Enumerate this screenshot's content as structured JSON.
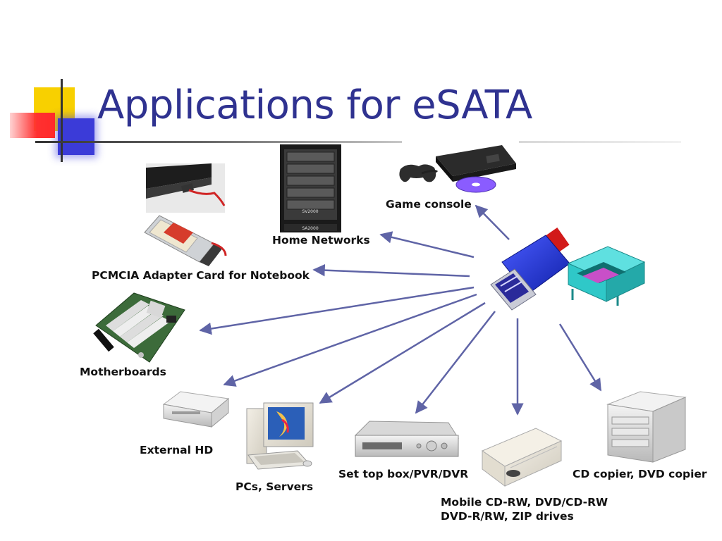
{
  "title": "Applications for eSATA",
  "labels": {
    "game_console": "Game console",
    "home_networks": "Home Networks",
    "pcmcia": "PCMCIA Adapter Card for Notebook",
    "motherboards": "Motherboards",
    "external_hd": "External HD",
    "pcs_servers": "PCs, Servers",
    "set_top_box": "Set top box/PVR/DVR",
    "mobile_line1": "Mobile CD-RW, DVD/CD-RW",
    "mobile_line2": "DVD-R/RW, ZIP drives",
    "cd_copier": "CD copier, DVD copier"
  },
  "product_text": {
    "sv2000": "SV2000",
    "sa2000": "SA2000"
  },
  "colors": {
    "title": "#2f3290",
    "arrow": "#5f64a6",
    "connector_blue": "#1e2fd0",
    "socket_teal": "#2fc8c8"
  }
}
